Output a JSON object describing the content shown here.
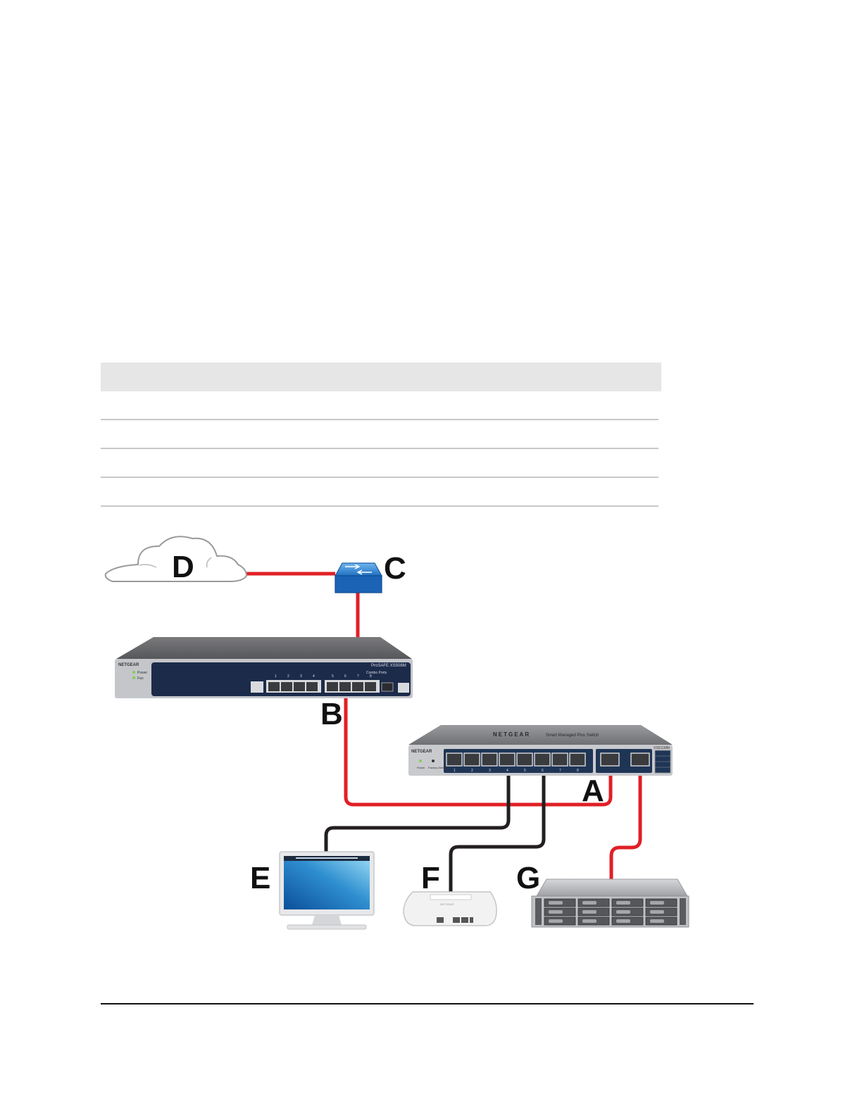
{
  "colors": {
    "red_cable": "#e11f26",
    "black_cable": "#231f20",
    "table_header": "#e6e6e7",
    "table_rule": "#c8c8c8"
  },
  "table": {
    "header": "",
    "rows": [
      "",
      "",
      "",
      ""
    ]
  },
  "diagram": {
    "labels": {
      "A": "A",
      "B": "B",
      "C": "C",
      "D": "D",
      "E": "E",
      "F": "F",
      "G": "G"
    },
    "switch_b": {
      "brand": "NETGEAR",
      "model": "ProSAFE XS508M",
      "ports": [
        "1",
        "2",
        "3",
        "4",
        "5",
        "6",
        "7",
        "8"
      ],
      "leds": [
        "Power",
        "Fan"
      ],
      "combo_label": "Combo Ports"
    },
    "switch_a": {
      "brand": "NETGEAR",
      "subtitle": "Smart Managed Plus Switch",
      "model": "XS511MM",
      "ports": [
        "1",
        "2",
        "3",
        "4",
        "5",
        "6",
        "7",
        "8"
      ],
      "leds": [
        "Power",
        "Factory Defaults"
      ]
    },
    "access_point": {
      "brand": "NETGEAR"
    },
    "icons": {
      "D": "internet-cloud-icon",
      "C": "router-icon",
      "E": "computer-monitor-icon",
      "F": "wireless-access-point-icon",
      "G": "nas-storage-icon"
    }
  }
}
